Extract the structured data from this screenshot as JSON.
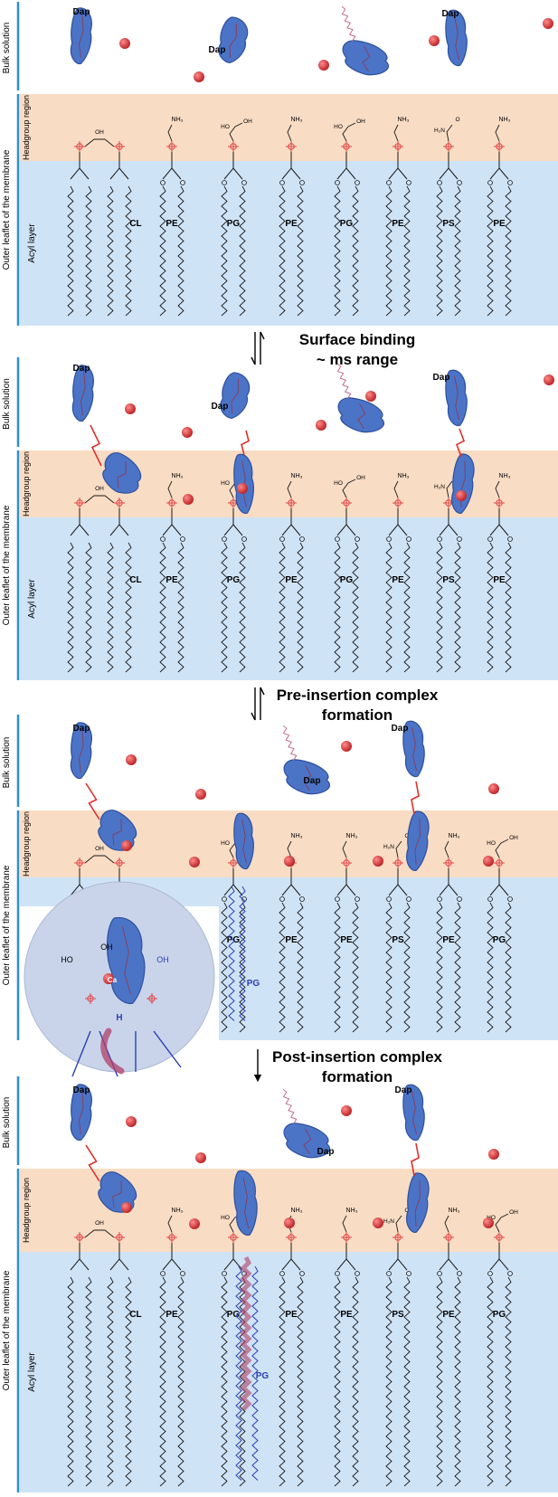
{
  "colors": {
    "headgroup": "#f8dcc4",
    "acyl": "#cfe3f6",
    "dap": "#4b74c7",
    "dap_edge": "#2e4f9c",
    "ca": "#c8282a",
    "phosphate": "#e04545",
    "chain": "#1a1a1a",
    "pg_inserted": "#2a3fb5",
    "side_bar": "#2c8fd6",
    "inset": "#c9d4ea",
    "insert_arrow": "#b04068"
  },
  "side_labels": {
    "bulk": "Bulk solution",
    "headgroup": "Headgroup region",
    "acyl": "Acyl layer",
    "outer": "Outer leaflet of the membrane"
  },
  "molecule_labels": {
    "dap": "Dap",
    "ca": "Ca",
    "nh3": "NH₃",
    "h2n": "H₂N",
    "ho": "HO",
    "oh": "OH",
    "o": "O",
    "h": "H",
    "p": "P",
    "pg": "PG"
  },
  "panels": [
    {
      "id": "panel-1",
      "lipids": [
        "CL",
        "PE",
        "PG",
        "PE",
        "PG",
        "PE",
        "PS",
        "PE"
      ]
    },
    {
      "id": "panel-2",
      "lipids": [
        "CL",
        "PE",
        "PG",
        "PE",
        "PG",
        "PE",
        "PS",
        "PE"
      ]
    },
    {
      "id": "panel-3",
      "lipids": [
        "PG",
        "PE",
        "PE",
        "PS",
        "PE",
        "PG"
      ]
    },
    {
      "id": "panel-4",
      "lipids": [
        "CL",
        "PE",
        "PG",
        "PE",
        "PE",
        "PS",
        "PE",
        "PG"
      ]
    }
  ],
  "transitions": [
    {
      "line1": "Surface binding",
      "line2": "~ ms range",
      "arrow": "equilibrium"
    },
    {
      "line1": "Pre-insertion complex",
      "line2": "formation",
      "arrow": "equilibrium"
    },
    {
      "line1": "Post-insertion complex",
      "line2": "formation",
      "arrow": "forward"
    }
  ]
}
